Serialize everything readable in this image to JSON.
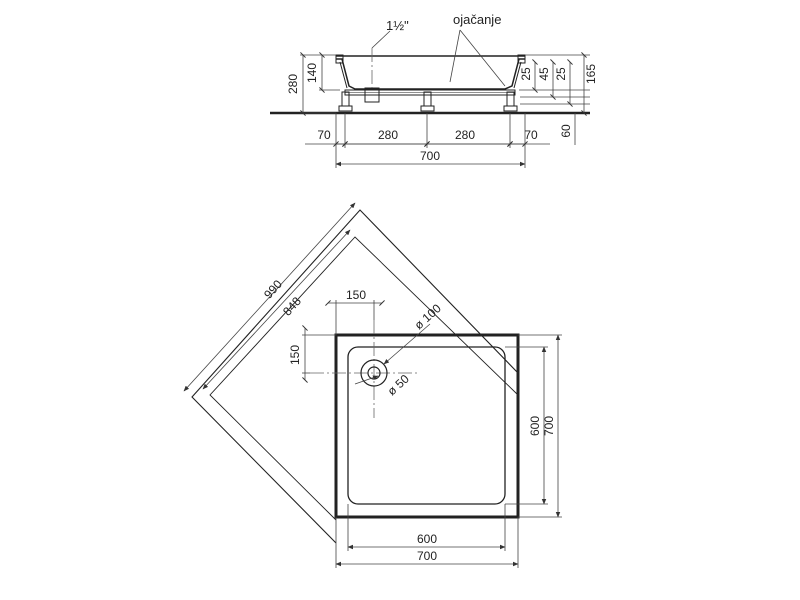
{
  "side_view": {
    "outlet_label": "1½\"",
    "reinforcement_label": "ojačanje",
    "heights": {
      "total": "280",
      "tray": "140",
      "right_total": "165",
      "rim_a": "25",
      "rim_b": "45",
      "rim_c": "25",
      "foot": "60"
    },
    "bottom_dims": {
      "left_offset": "70",
      "left_span": "280",
      "right_span": "280",
      "right_offset": "70",
      "overall": "700"
    }
  },
  "plan_view": {
    "diag_outer": "990",
    "diag_inner": "848",
    "drain_x": "150",
    "drain_y": "150",
    "drain_outer_diameter": "ø 100",
    "drain_inner_diameter": "ø 50",
    "inner_height": "600",
    "outer_height": "700",
    "inner_width": "600",
    "outer_width": "700"
  }
}
